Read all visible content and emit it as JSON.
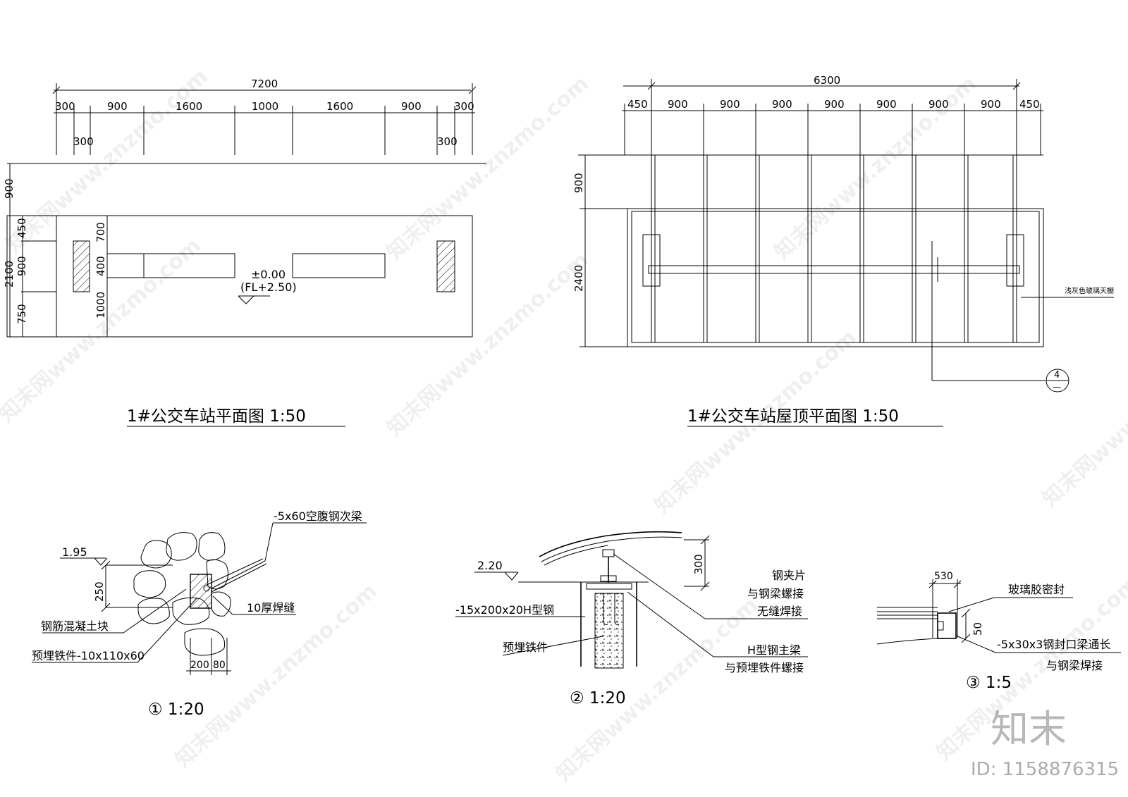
{
  "watermark": {
    "text": "知末网www.znzmo.com",
    "brand": "知末",
    "id_label": "ID: 1158876315"
  },
  "plan": {
    "title": "1#公交车站平面图 1:50",
    "dim_total": "7200",
    "dims_top": [
      "300",
      "900",
      "1600",
      "1000",
      "1600",
      "900",
      "300"
    ],
    "dims_sub_left": "300",
    "dims_sub_right": "300",
    "dims_left_outer": [
      "900",
      "2100"
    ],
    "dims_left_inner": [
      "450",
      "900",
      "750"
    ],
    "dims_inner_vertical": [
      "700",
      "400",
      "1000"
    ],
    "level": "±0.00",
    "level_fl": "(FL+2.50)"
  },
  "roof": {
    "title": "1#公交车站屋顶平面图 1:50",
    "dim_total": "6300",
    "dims_top": [
      "450",
      "900",
      "900",
      "900",
      "900",
      "900",
      "900",
      "900",
      "450"
    ],
    "dims_left": [
      "900",
      "2400"
    ],
    "label_glass": "浅灰色玻璃天棚",
    "section_mark_top": "4",
    "section_mark_bottom": "—"
  },
  "detail1": {
    "title": "① 1:20",
    "level": "1.95",
    "dim_250": "250",
    "dim_bottom_a": "200",
    "dim_bottom_b": "80",
    "label_beam": "-5x60空腹钢次梁",
    "label_weld": "10厚焊缝",
    "label_block": "钢筋混凝土块",
    "label_plate": "预埋铁件-10x110x60"
  },
  "detail2": {
    "title": "② 1:20",
    "level": "2.20",
    "dim_300": "300",
    "label_hsteel": "-15x200x20H型钢",
    "label_embed": "预埋铁件",
    "label_clip_1": "钢夹片",
    "label_clip_2": "与钢梁螺接",
    "label_clip_3": "无缝焊接",
    "label_main_1": "H型钢主梁",
    "label_main_2": "与预埋铁件螺接"
  },
  "detail3": {
    "title": "③ 1:5",
    "dim_530": "530",
    "dim_50": "50",
    "label_seal": "玻璃胶密封",
    "label_channel_1": "-5x30x3钢封口梁通长",
    "label_channel_2": "与钢梁焊接"
  }
}
